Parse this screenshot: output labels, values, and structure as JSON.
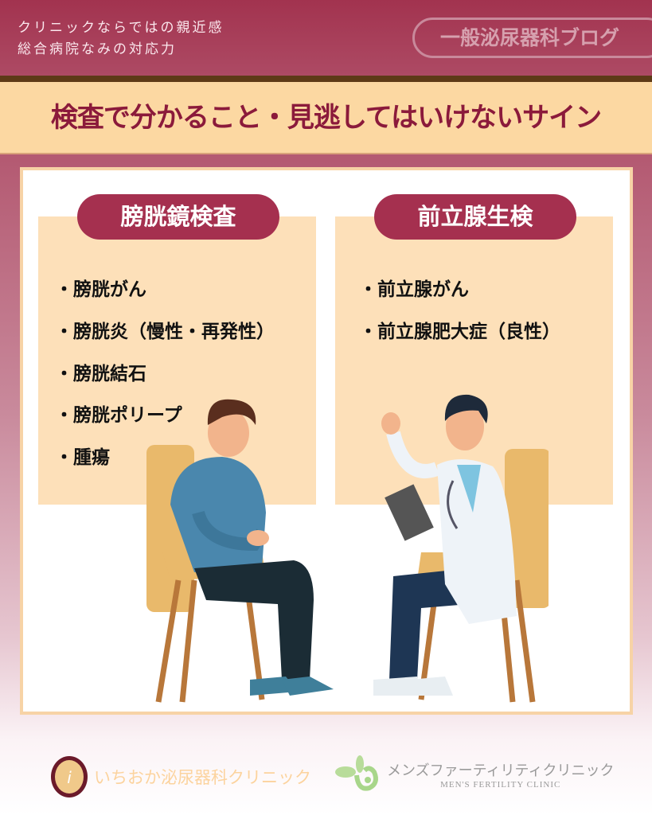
{
  "header": {
    "tagline_lines": [
      "クリニックならではの親近感",
      "総合病院なみの対応力"
    ],
    "blog_label": "一般泌尿器科ブログ"
  },
  "title": "検査で分かること・見逃してはいけないサイン",
  "sections": [
    {
      "heading": "膀胱鏡検査",
      "items": [
        "・膀胱がん",
        "・膀胱炎（慢性・再発性）",
        "・膀胱結石",
        "・膀胱ポリープ",
        "・腫瘍"
      ]
    },
    {
      "heading": "前立腺生検",
      "items": [
        "・前立腺がん",
        "・前立腺肥大症（良性）"
      ]
    }
  ],
  "footer": {
    "clinic1": "いちおか泌尿器科クリニック",
    "clinic2_jp": "メンズファーティリティクリニック",
    "clinic2_en": "MEN'S FERTILITY CLINIC"
  },
  "colors": {
    "primary": "#a5304f",
    "title": "#8b1a3b",
    "beige": "#fcd8a2",
    "brown": "#5e3a17"
  }
}
